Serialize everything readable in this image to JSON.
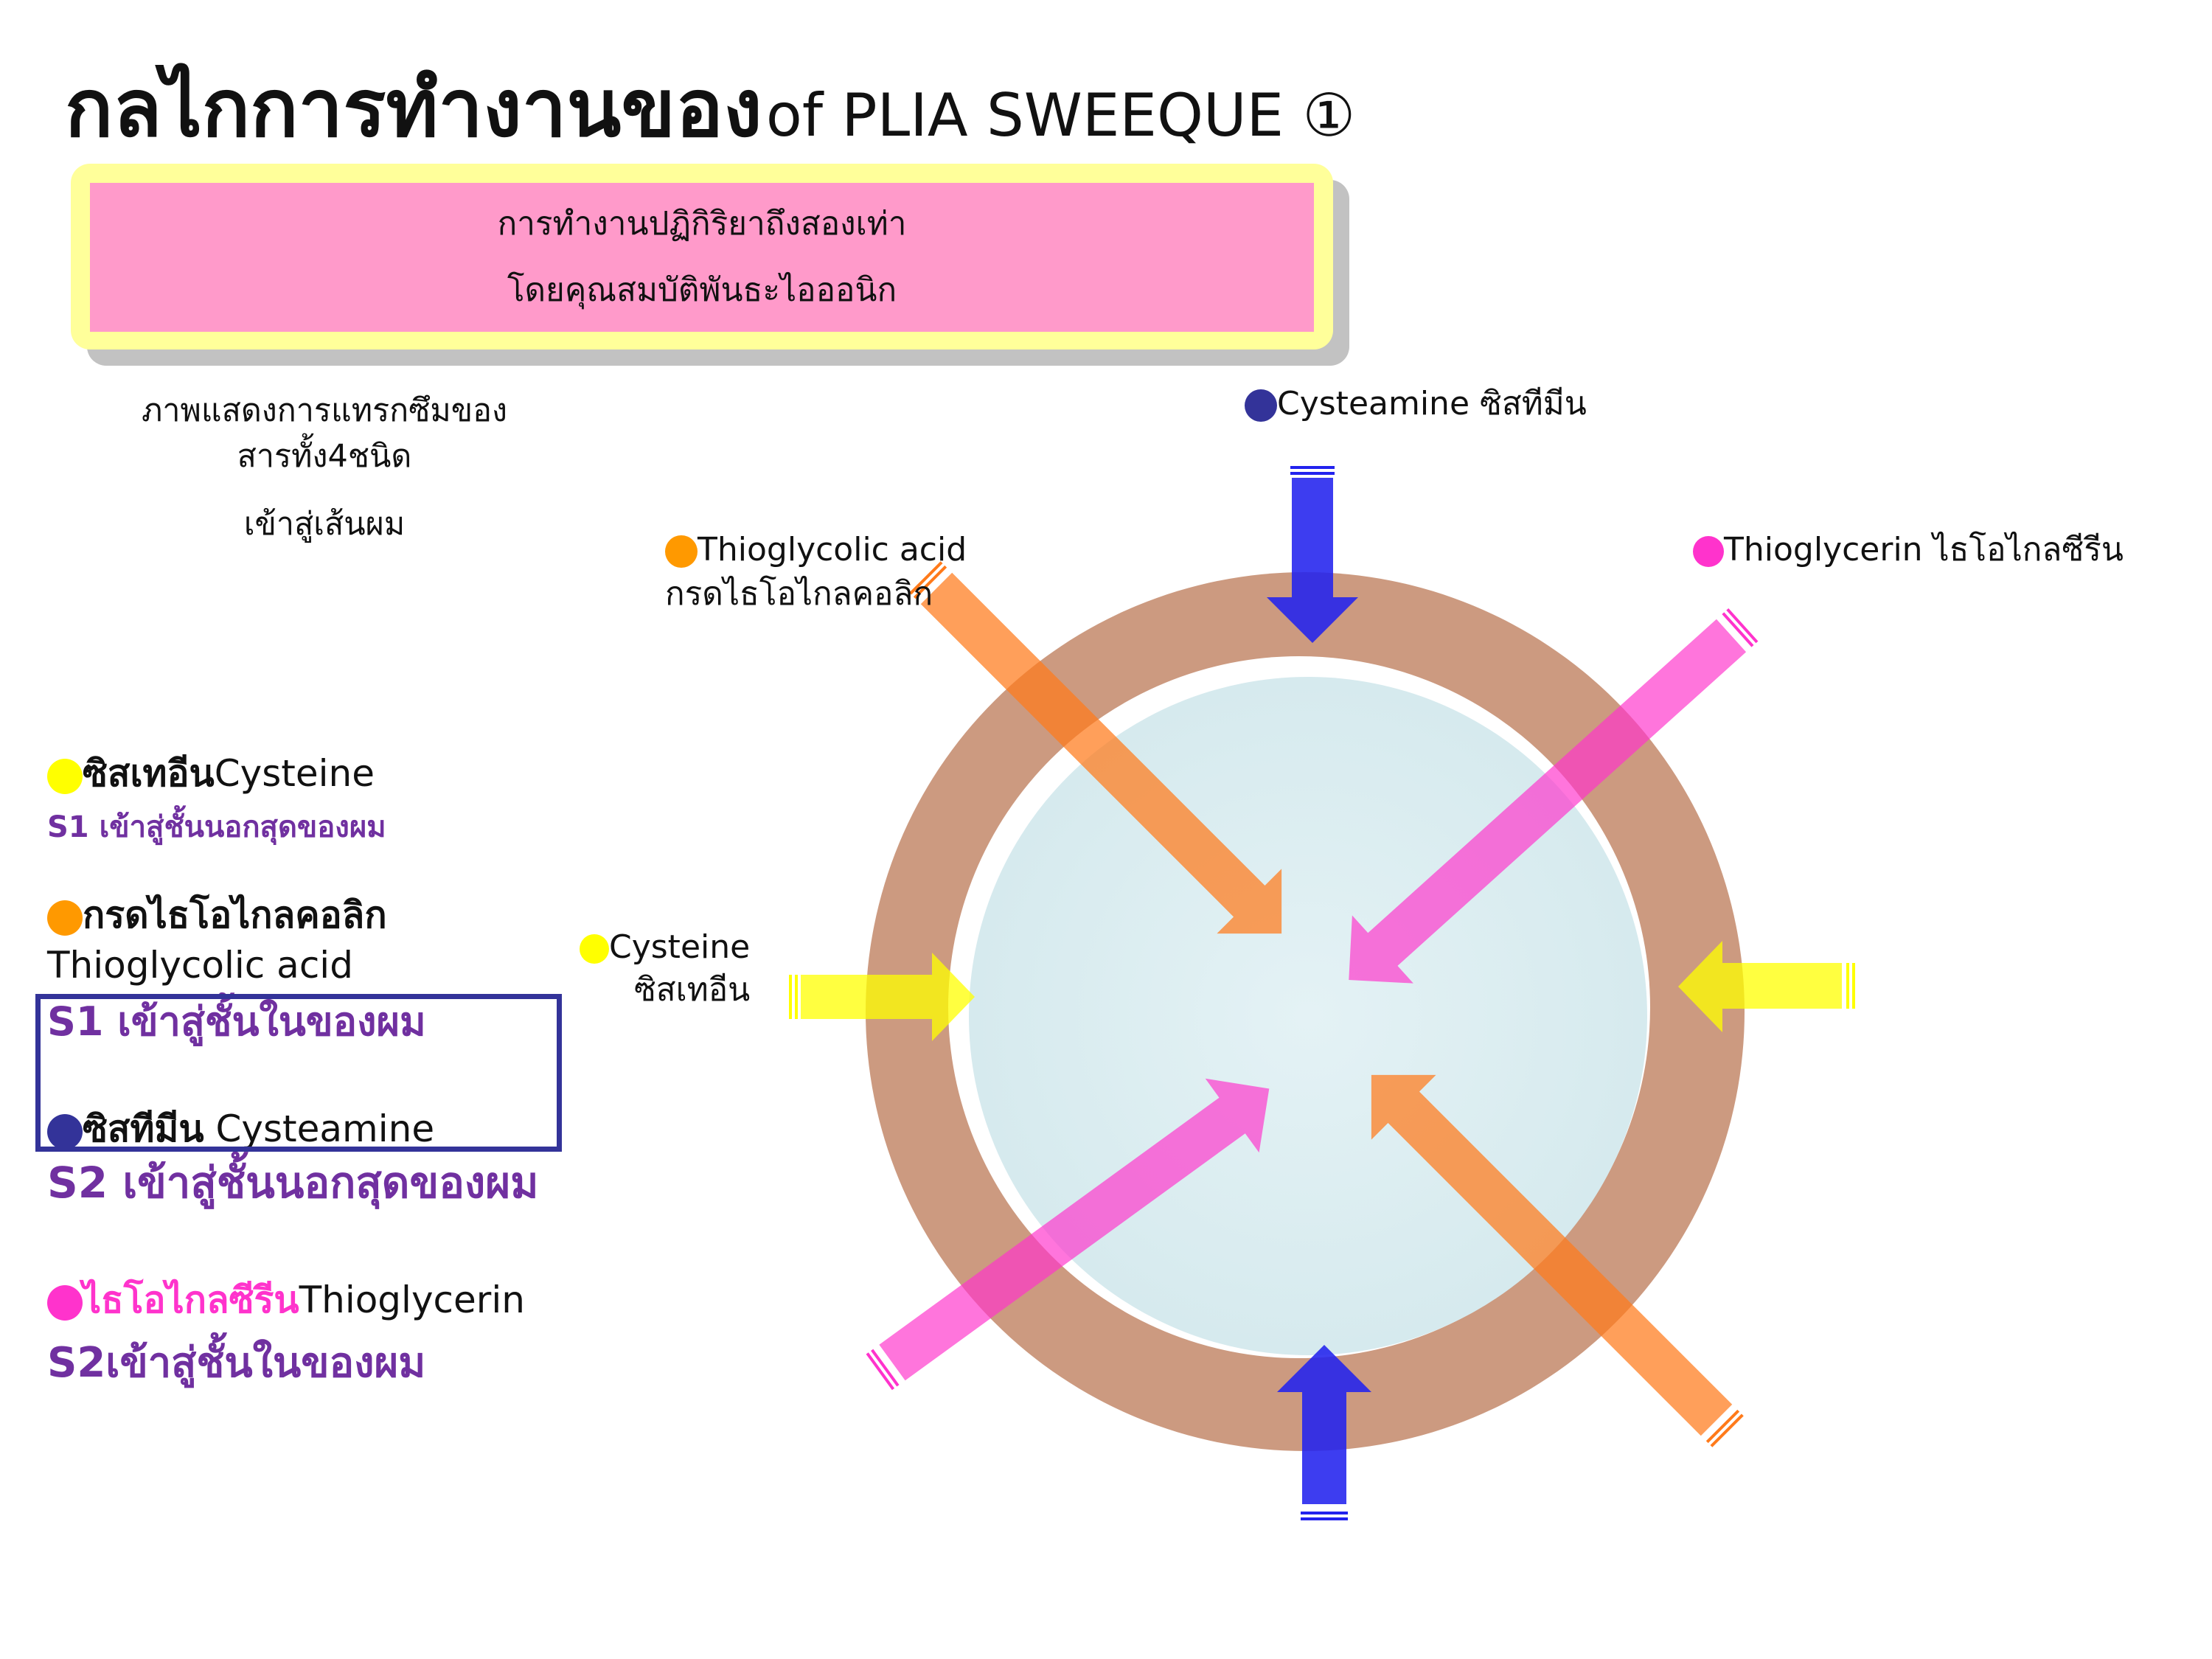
{
  "title": {
    "thai": "กลไกการทำงานของ",
    "english": "of PLIA SWEEQUE ①"
  },
  "banner": {
    "line1": "การทำงานปฏิกิริยาถึงสองเท่า",
    "line2": "โดยคุณสมบัติพันธะไอออนิก"
  },
  "caption": {
    "line1": "ภาพแสดงการแทรกซึมของ",
    "line2": "สารทั้ง4ชนิด",
    "line3": "เข้าสู่เส้นผม"
  },
  "legend": [
    {
      "name_bold": "ซิสเทอีน",
      "name_regular": "Cysteine",
      "sub": "S1 เข้าสู่ชั้นนอกสุดของผม",
      "color": "#ffff00"
    },
    {
      "name_bold": "กรดไธโอไกลคอลิก",
      "name_regular": "Thioglycolic acid",
      "sub": "S1 เข้าสู่ชั้นในของผม",
      "color": "#ff9900"
    },
    {
      "name_bold": "ซิสทีมีน",
      "name_regular": "Cysteamine",
      "sub": "S2 เข้าสู่ชั้นนอกสุดของผม",
      "color": "#333399"
    },
    {
      "name_bold": "ไธโอไกลซีรีน",
      "name_regular": "Thioglycerin",
      "sub": "S2เข้าสู่ชั้นในของผม",
      "color": "#ff33cc"
    }
  ],
  "diagram_labels": {
    "cysteamine": "Cysteamine  ซิสทีมีน",
    "thioglycolic_en": "Thioglycolic acid",
    "thioglycolic_th": "กรดไธโอไกลคอลิก",
    "thioglycerin": "Thioglycerin ไธโอไกลซีรีน",
    "cysteine_en": "Cysteine",
    "cysteine_th": "ซิสเทอีน"
  },
  "colors": {
    "cortex_ring": "#cc9a80",
    "medulla": "#dfeff2",
    "cysteine": "#ffff00",
    "thioglycolic": "#ff9900",
    "cysteamine": "#333399",
    "thioglycerin": "#ff33cc",
    "arrow_blue": "#2222ee",
    "legend_sub": "#7030a0"
  }
}
